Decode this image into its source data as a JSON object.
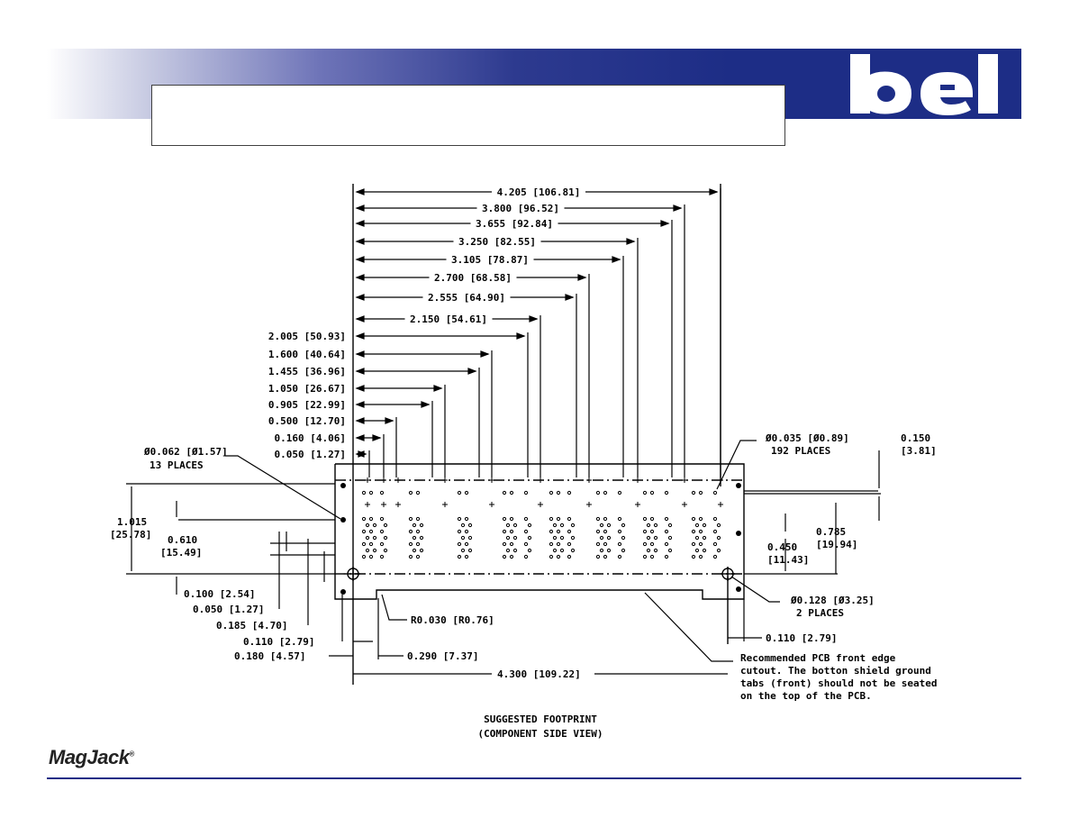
{
  "header": {
    "logo_text": "bel",
    "title": ""
  },
  "footer": {
    "brand": "MagJack",
    "brand_mark": "®"
  },
  "colors": {
    "brand_blue": "#1d2d86",
    "line": "#000000"
  },
  "caption": {
    "line1": "SUGGESTED FOOTPRINT",
    "line2": "(COMPONENT SIDE VIEW)"
  },
  "dimensions": {
    "top": [
      "4.205 [106.81]",
      "3.800 [96.52]",
      "3.655 [92.84]",
      "3.250 [82.55]",
      "3.105 [78.87]",
      "2.700 [68.58]",
      "2.555 [64.90]",
      "2.150 [54.61]",
      "2.005 [50.93]",
      "1.600 [40.64]",
      "1.455 [36.96]",
      "1.050 [26.67]",
      "0.905 [22.99]",
      "0.500 [12.70]",
      "0.160 [4.06]",
      "0.050 [1.27]"
    ],
    "left_hole": {
      "line1": "Ø0.062 [Ø1.57]",
      "line2": "13 PLACES"
    },
    "right_hole": {
      "line1": "Ø0.035 [Ø0.89]",
      "line2": "192 PLACES"
    },
    "mount_hole": {
      "line1": "Ø0.128 [Ø3.25]",
      "line2": "2 PLACES"
    },
    "height_total": {
      "line1": "1.015",
      "line2": "[25.78]"
    },
    "height_inner": {
      "line1": "0.610",
      "line2": "[15.49]"
    },
    "right_top": {
      "line1": "0.150",
      "line2": "[3.81]"
    },
    "right_mid": {
      "line1": "0.785",
      "line2": "[19.94]"
    },
    "right_low": {
      "line1": "0.450",
      "line2": "[11.43]"
    },
    "bottom_left": [
      "0.100 [2.54]",
      "0.050 [1.27]",
      "0.185 [4.70]",
      "0.110 [2.79]",
      "0.180 [4.57]"
    ],
    "radius": "R0.030 [R0.76]",
    "offset": "0.290 [7.37]",
    "width_total": "4.300 [109.22]",
    "right_offset": "0.110 [2.79]",
    "note": [
      "Recommended PCB front edge",
      "cutout. The botton shield ground",
      "tabs (front) should not be seated",
      "on the top of the PCB."
    ]
  }
}
